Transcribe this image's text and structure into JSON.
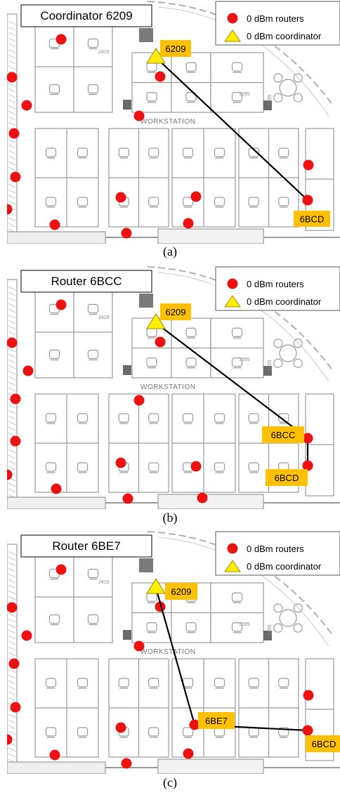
{
  "panels": [
    {
      "id": "a",
      "title": "Coordinator 6209",
      "caption": "(a)",
      "legend": {
        "routers": "0 dBm routers",
        "coordinator": "0 dBm coordinator"
      },
      "path": [
        "6209",
        "6BCD"
      ],
      "labels": [
        {
          "node": "6209",
          "text": "6209"
        },
        {
          "node": "6BCD",
          "text": "6BCD"
        }
      ]
    },
    {
      "id": "b",
      "title": "Router 6BCC",
      "caption": "(b)",
      "legend": {
        "routers": "0 dBm routers",
        "coordinator": "0 dBm coordinator"
      },
      "path": [
        "6209",
        "6BCC",
        "6BCD"
      ],
      "labels": [
        {
          "node": "6209",
          "text": "6209"
        },
        {
          "node": "6BCC",
          "text": "6BCC"
        },
        {
          "node": "6BCD",
          "text": "6BCD"
        }
      ]
    },
    {
      "id": "c",
      "title": "Router 6BE7",
      "caption": "(c)",
      "legend": {
        "routers": "0 dBm routers",
        "coordinator": "0 dBm coordinator"
      },
      "path": [
        "6209",
        "6BE7",
        "6BCD"
      ],
      "labels": [
        {
          "node": "6209",
          "text": "6209"
        },
        {
          "node": "6BE7",
          "text": "6BE7"
        },
        {
          "node": "6BCD",
          "text": "6BCD"
        }
      ]
    }
  ],
  "floorplan_text": {
    "workstation": "WORKSTATION",
    "dim_2415": "2415",
    "dim_1095": "1095",
    "dim_1255": "1255"
  },
  "colors": {
    "router": "#ee1111",
    "coordinator": "#ffee00",
    "label_bg": "#ffc000",
    "link": "#000000",
    "plan_line": "#9a9a9a"
  }
}
